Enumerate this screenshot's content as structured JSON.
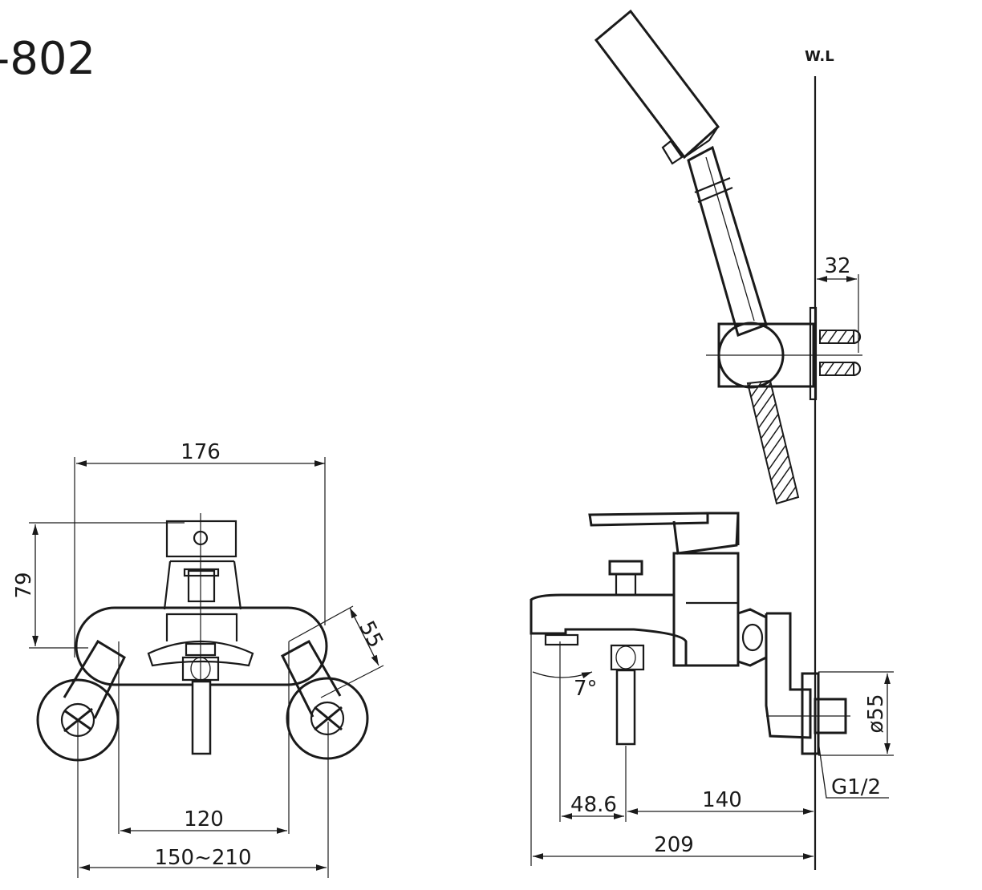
{
  "title": "-802",
  "water_line_label": "W.L",
  "dimensions": {
    "front_width": "176",
    "front_height": "79",
    "front_arm": "55",
    "front_center": "120",
    "front_range": "150~210",
    "side_holder_offset": "32",
    "side_diameter": "ø55",
    "side_thread": "G1/2",
    "side_spout_offset": "48.6",
    "side_depth": "140",
    "side_total": "209",
    "side_angle": "7°"
  },
  "colors": {
    "line": "#1a1a1a",
    "background": "#ffffff"
  }
}
